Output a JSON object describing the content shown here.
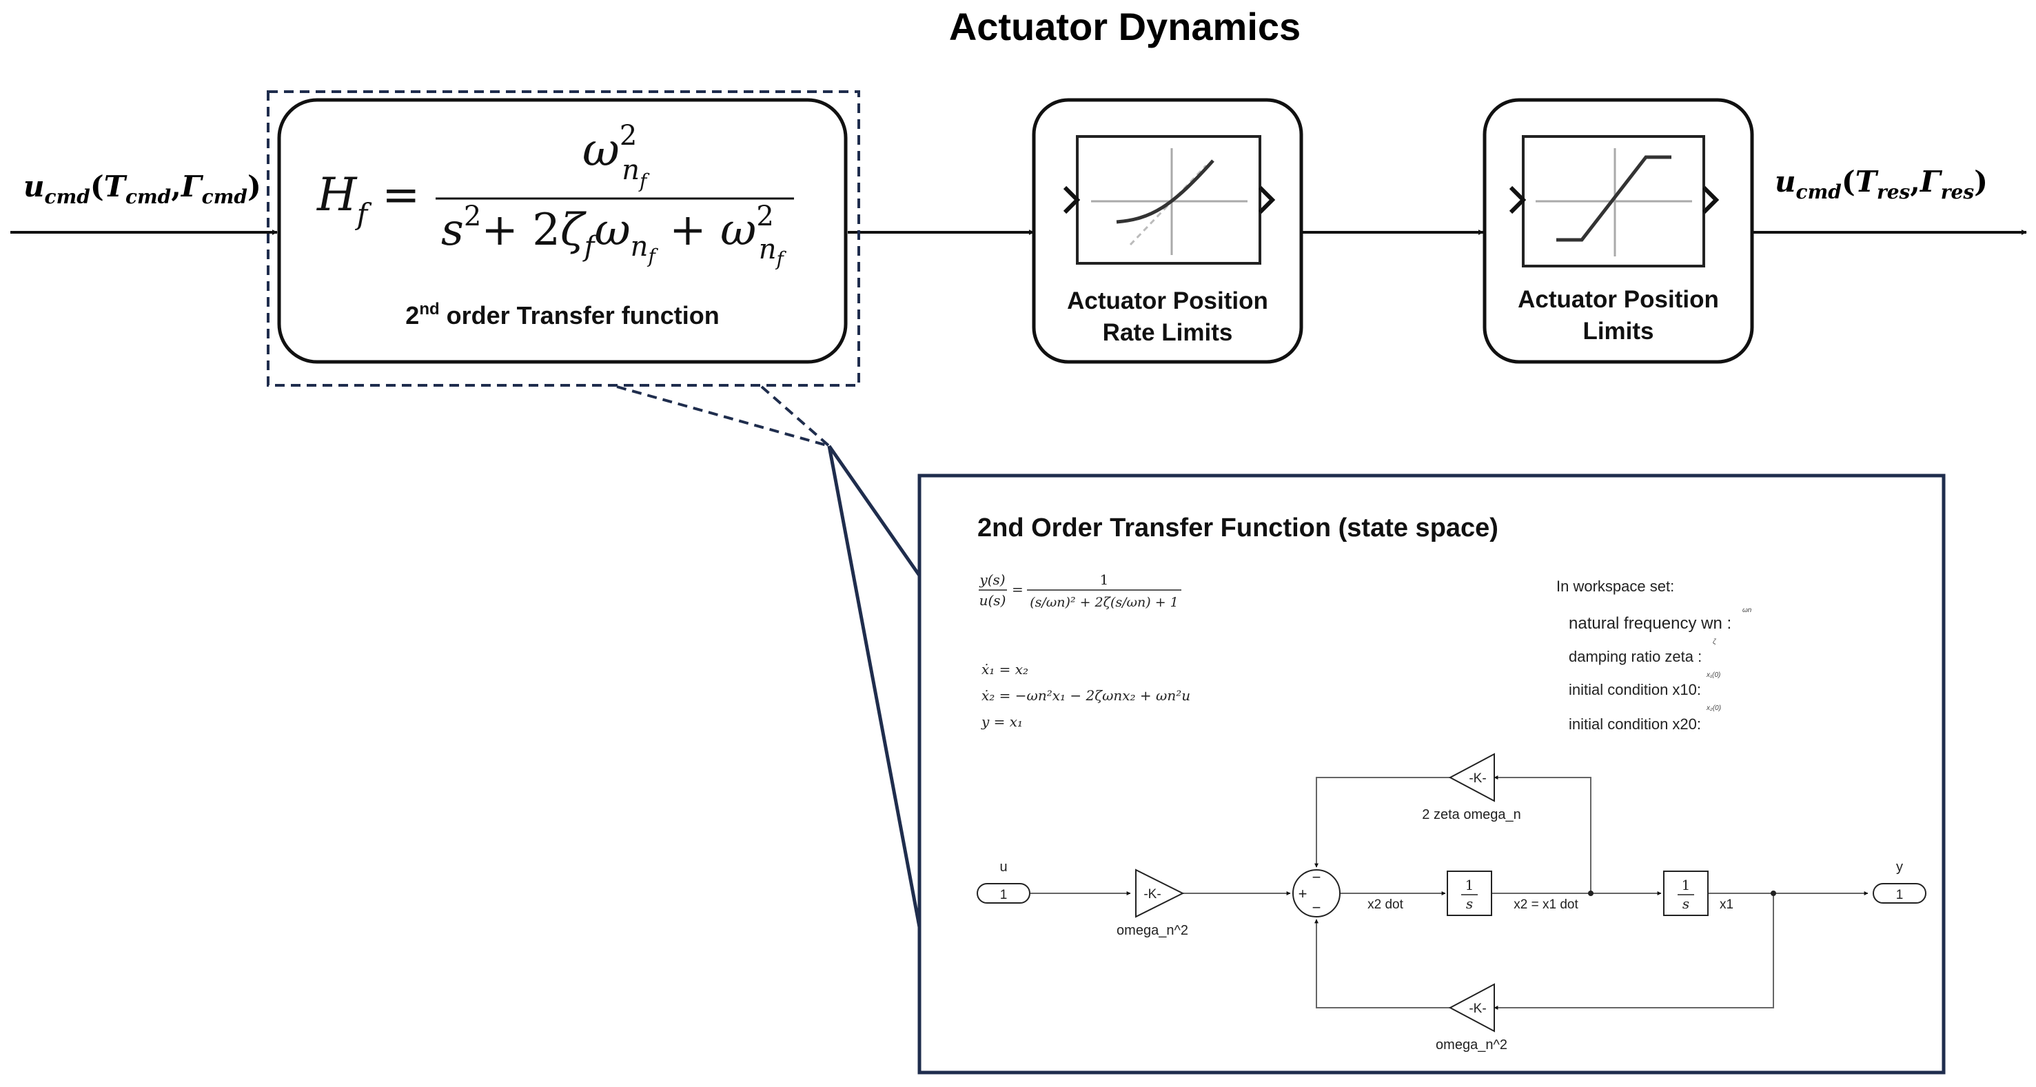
{
  "title": "Actuator Dynamics",
  "input_signal": {
    "u": "u",
    "sub": "cmd",
    "args": [
      {
        "sym": "T",
        "sub": "cmd"
      },
      {
        "sym": "Γ",
        "sub": "cmd"
      }
    ]
  },
  "output_signal": {
    "u": "u",
    "sub": "cmd",
    "args": [
      {
        "sym": "T",
        "sub": "res"
      },
      {
        "sym": "Γ",
        "sub": "res"
      }
    ]
  },
  "transfer_block": {
    "lhs": "H",
    "lhs_sub": "f",
    "numerator": "ω",
    "omega_sub": "n",
    "omega_subsub": "f",
    "den_s": "s",
    "den_plus_2": "+ 2",
    "zeta": "ζ",
    "zeta_sub": "f",
    "label_prefix": "2",
    "label_sup": "nd",
    "label_rest": " order Transfer function"
  },
  "rate_block": {
    "line1": "Actuator Position",
    "line2": "Rate Limits"
  },
  "pos_block": {
    "line1": "Actuator Position",
    "line2": "Limits"
  },
  "detail": {
    "title": "2nd Order Transfer Function (state space)",
    "tf_eq": {
      "lhs_num": "y(s)",
      "lhs_den": "u(s)",
      "rhs_num": "1",
      "rhs_den": "(s/ωn)² + 2ζ(s/ωn) + 1"
    },
    "state_eqs": [
      "ẋ₁ = x₂",
      "ẋ₂ = −ωn²x₁ − 2ζωnx₂ + ωn²u",
      "y = x₁"
    ],
    "workspace": {
      "heading": "In workspace set:",
      "items": [
        {
          "label": "natural frequency wn :",
          "symbol": "ωn"
        },
        {
          "label": "damping ratio zeta :",
          "symbol": "ζ"
        },
        {
          "label": "initial condition x10:",
          "symbol": "x₁(0)"
        },
        {
          "label": "initial condition x20:",
          "symbol": "x₂(0)"
        }
      ]
    },
    "blocks": {
      "in_port": "1",
      "in_label": "u",
      "out_port": "1",
      "out_label": "y",
      "gain_k": "-K-",
      "gain_in_label": "omega_n^2",
      "gain_fb1_label": "2 zeta omega_n",
      "gain_fb2_label": "omega_n^2",
      "sum_plus": "+",
      "sum_minus": "−",
      "integrator_num": "1",
      "integrator_den": "s",
      "sig_x2dot": "x2 dot",
      "sig_x2": "x2 = x1 dot",
      "sig_x1": "x1"
    }
  }
}
